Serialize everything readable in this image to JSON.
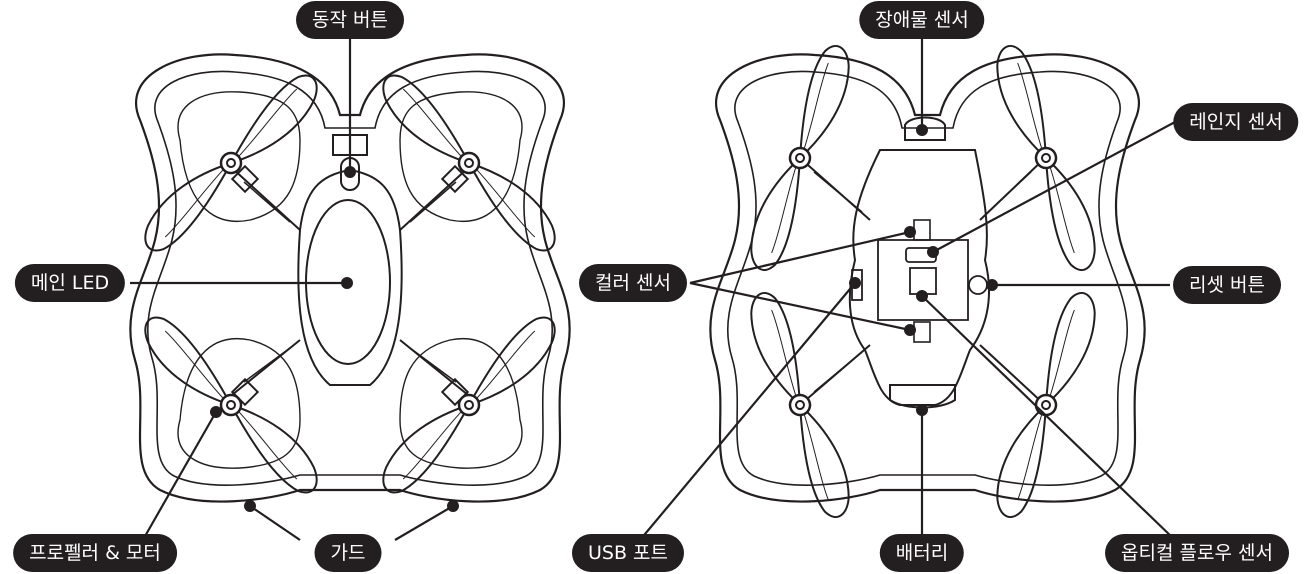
{
  "labels": {
    "action_button": "동작 버튼",
    "main_led": "메인 LED",
    "propeller_motor": "프로펠러 & 모터",
    "guard": "가드",
    "obstacle_sensor": "장애물 센서",
    "range_sensor": "레인지 센서",
    "color_sensor": "컬러 센서",
    "reset_button": "리셋 버튼",
    "usb_port": "USB 포트",
    "battery": "배터리",
    "optical_flow_sensor": "옵티컬 플로우 센서"
  },
  "colors": {
    "line": "#231f20",
    "label_bg": "#231f20",
    "label_text": "#ffffff",
    "background": "#ffffff"
  },
  "views": [
    "top-view",
    "bottom-view"
  ]
}
